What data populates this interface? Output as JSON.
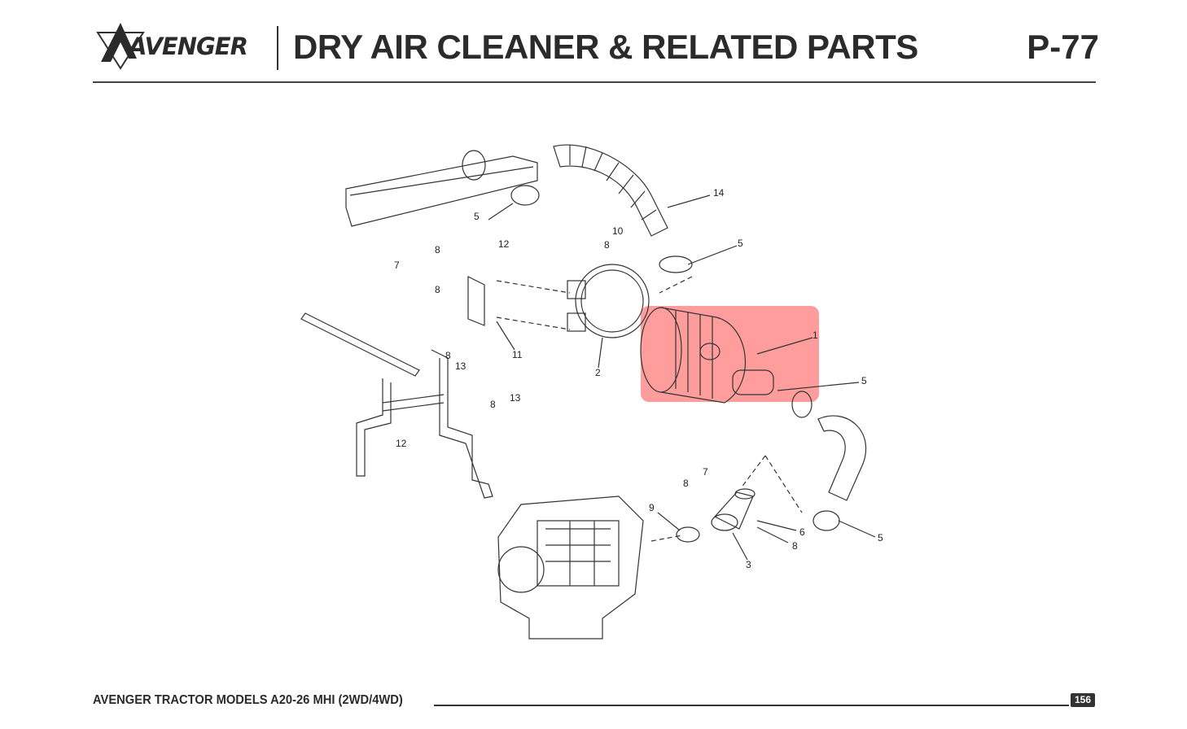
{
  "header": {
    "brand": "AVENGER",
    "title": "DRY AIR CLEANER & RELATED PARTS",
    "page_code": "P-77"
  },
  "diagram": {
    "callouts": [
      "5",
      "14",
      "10",
      "8",
      "5",
      "12",
      "8",
      "7",
      "8",
      "11",
      "1",
      "2",
      "8",
      "13",
      "13",
      "8",
      "5",
      "12",
      "7",
      "8",
      "9",
      "6",
      "8",
      "5",
      "3"
    ],
    "highlight_color": "#ff3c3c"
  },
  "footer": {
    "model_text": "AVENGER TRACTOR MODELS A20-26 MHI (2WD/4WD)",
    "page_number": "156"
  }
}
